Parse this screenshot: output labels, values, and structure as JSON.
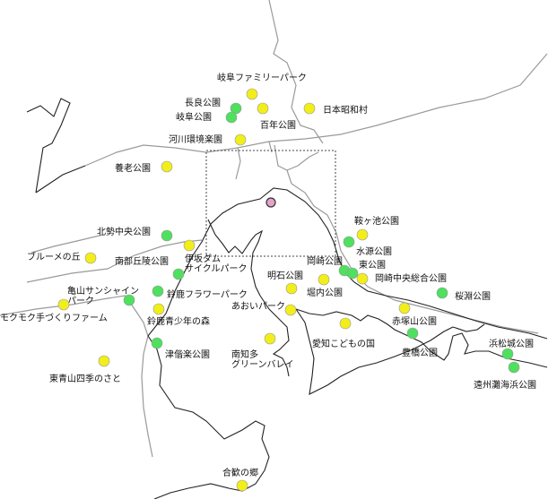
{
  "colors": {
    "yellow": "#f2ee1a",
    "green": "#4ee05e",
    "center_marker": "#e3a2c8",
    "road": "#9a9a9a",
    "coast": "#222222"
  },
  "parks": [
    {
      "id": "gifu-family-park",
      "label": "岐阜ファミリーパーク",
      "color": "yellow"
    },
    {
      "id": "nagara-park",
      "label": "長良公園",
      "color": "green"
    },
    {
      "id": "gifu-park",
      "label": "岐阜公園",
      "color": "green"
    },
    {
      "id": "hyakunen-park",
      "label": "百年公園",
      "color": "yellow"
    },
    {
      "id": "nihon-showa-mura",
      "label": "日本昭和村",
      "color": "yellow"
    },
    {
      "id": "kawashima-kankyo-rakuen",
      "label": "河川環境楽園",
      "color": "yellow"
    },
    {
      "id": "yoro-park",
      "label": "養老公園",
      "color": "yellow"
    },
    {
      "id": "kurakake-ike-park",
      "label": "鞍ヶ池公園",
      "color": "yellow"
    },
    {
      "id": "hokusei-chuo-park",
      "label": "北勢中央公園",
      "color": "green"
    },
    {
      "id": "suigen-park",
      "label": "水源公園",
      "color": "green"
    },
    {
      "id": "blume-no-oka",
      "label": "ブルーメの丘",
      "color": "yellow"
    },
    {
      "id": "ibi-dam-cycle-park",
      "label": "伊坂ダム\nサイクルパーク",
      "color": "yellow"
    },
    {
      "id": "nanbu-kyuryo-park",
      "label": "南部丘陵公園",
      "color": "green"
    },
    {
      "id": "okazaki-park",
      "label": "岡崎公園",
      "color": "green"
    },
    {
      "id": "higashi-park",
      "label": "東公園",
      "color": "green"
    },
    {
      "id": "okazaki-chuo-sogo-park",
      "label": "岡崎中央総合公園",
      "color": "yellow"
    },
    {
      "id": "meiseki-park",
      "label": "明石公園",
      "color": "yellow"
    },
    {
      "id": "horiuchi-park",
      "label": "堀内公園",
      "color": "yellow"
    },
    {
      "id": "kameyama-sunshine-park",
      "label": "亀山サンシャイン\nパーク",
      "color": "green"
    },
    {
      "id": "suzuka-flower-park",
      "label": "鈴鹿フラワーパーク",
      "color": "green"
    },
    {
      "id": "sakurabuchi-park",
      "label": "桜淵公園",
      "color": "green"
    },
    {
      "id": "mokumoku-farm",
      "label": "モクモク手づくりファーム",
      "color": "yellow"
    },
    {
      "id": "aoi-park",
      "label": "あおいパーク",
      "color": "yellow"
    },
    {
      "id": "suzuka-seishonen-no-mori",
      "label": "鈴鹿青少年の森",
      "color": "yellow"
    },
    {
      "id": "akatsukayama-park",
      "label": "赤塚山公園",
      "color": "yellow"
    },
    {
      "id": "aichi-kodomo-no-kuni",
      "label": "愛知こどもの国",
      "color": "yellow"
    },
    {
      "id": "minamichita-green-valley",
      "label": "南知多\nグリーンバレイ",
      "color": "yellow"
    },
    {
      "id": "tsushinraku-park",
      "label": "津偕楽公園",
      "color": "green"
    },
    {
      "id": "toyohashi-park",
      "label": "豊橋公園",
      "color": "green"
    },
    {
      "id": "hamamatsu-castle-park",
      "label": "浜松城公園",
      "color": "green"
    },
    {
      "id": "higashiaoyama-shiki-no-sato",
      "label": "東青山四季のさと",
      "color": "yellow"
    },
    {
      "id": "enshu-nada-beach-park",
      "label": "遠州灘海浜公園",
      "color": "green"
    },
    {
      "id": "goka-no-sato",
      "label": "合歓の郷",
      "color": "yellow"
    }
  ]
}
